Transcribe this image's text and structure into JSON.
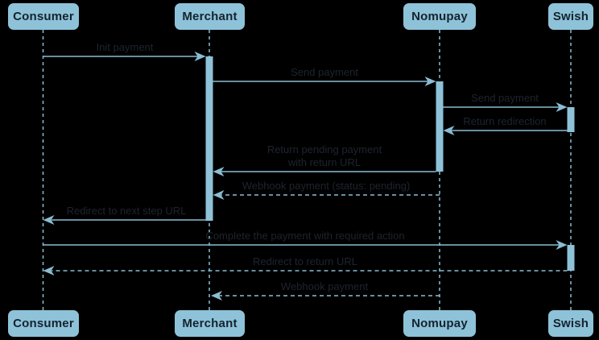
{
  "colors": {
    "background": "#000000",
    "box_fill": "#8ec2d8",
    "box_text": "#14232f",
    "line": "#8abdd3",
    "label_text": "#1e242e"
  },
  "diagram": {
    "type": "sequence-diagram",
    "actors": [
      {
        "name": "Consumer"
      },
      {
        "name": "Merchant"
      },
      {
        "name": "Nomupay"
      },
      {
        "name": "Swish"
      }
    ],
    "messages": [
      {
        "from": "Consumer",
        "to": "Merchant",
        "label": "Init payment",
        "line": "solid"
      },
      {
        "from": "Merchant",
        "to": "Nomupay",
        "label": "Send payment",
        "line": "solid"
      },
      {
        "from": "Nomupay",
        "to": "Swish",
        "label": "Send payment",
        "line": "solid"
      },
      {
        "from": "Swish",
        "to": "Nomupay",
        "label": "Return redirection",
        "line": "solid"
      },
      {
        "from": "Nomupay",
        "to": "Merchant",
        "label": "Return pending payment with return URL",
        "lines": [
          "Return pending payment",
          "with return URL"
        ],
        "line": "solid"
      },
      {
        "from": "Nomupay",
        "to": "Merchant",
        "label": "Webhook payment (status: pending)",
        "line": "dashed"
      },
      {
        "from": "Merchant",
        "to": "Consumer",
        "label": "Redirect to next step URL",
        "line": "solid"
      },
      {
        "from": "Consumer",
        "to": "Swish",
        "label": "Complete the payment with required action",
        "line": "solid"
      },
      {
        "from": "Swish",
        "to": "Consumer",
        "label": "Redirect to return URL",
        "line": "dashed"
      },
      {
        "from": "Nomupay",
        "to": "Merchant",
        "label": "Webhook payment",
        "line": "dashed"
      }
    ]
  }
}
